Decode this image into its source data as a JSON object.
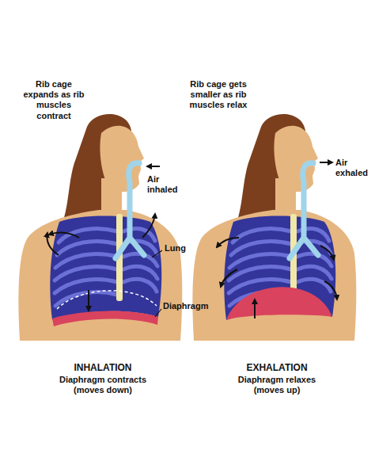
{
  "diagram": {
    "labels": [
      "Rib cage expands as rib muscles contract",
      "Rib cage gets smaller as rib muscles relax",
      "Air inhaled",
      "Air exhaled",
      "Lung",
      "Diaphragm",
      "INHALATION",
      "Diaphragm contracts (moves down)",
      "EXHALATION",
      "Diaphragm relaxes (moves up)"
    ]
  }
}
